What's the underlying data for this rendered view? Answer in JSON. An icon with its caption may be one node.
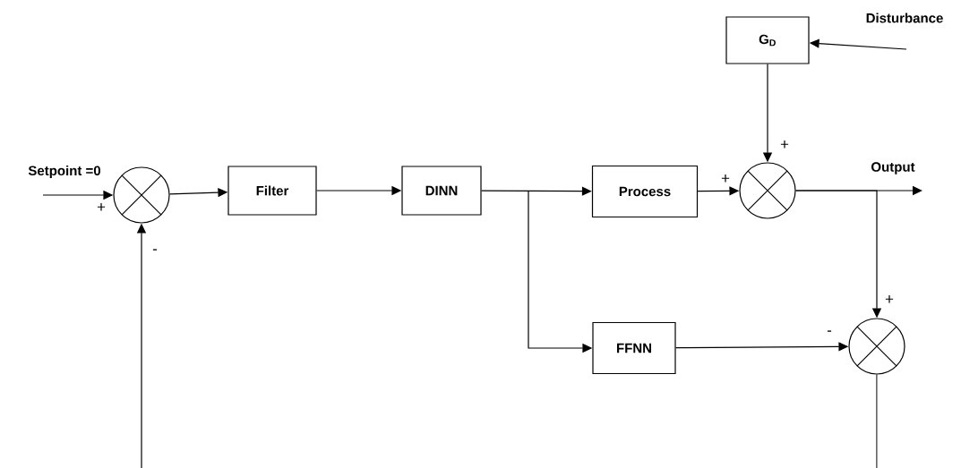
{
  "diagram": {
    "nodes": [
      {
        "text": [
          "G$_{D}$"
        ]
      },
      {
        "text": [],
        "shape": "circle"
      },
      {
        "text": [
          "Filter"
        ]
      },
      {
        "text": [
          "DINN"
        ]
      },
      {
        "text": [
          "Process"
        ]
      },
      {
        "text": [],
        "shape": "circle"
      },
      {
        "text": [
          "FFNN"
        ]
      },
      {
        "text": [],
        "shape": "circle"
      }
    ],
    "edges": [
      {
        "from": null,
        "to": 1,
        "arrow": "to",
        "label": "Setpoint =0"
      },
      {
        "from": 1,
        "to": 2,
        "arrow": "to"
      },
      {
        "from": 2,
        "to": 3,
        "arrow": "to"
      },
      {
        "from": 3,
        "to": 4,
        "arrow": "to"
      },
      {
        "from": 3,
        "to": 6,
        "arrow": "to"
      },
      {
        "from": 4,
        "to": 5,
        "arrow": "to"
      },
      {
        "from": null,
        "to": 0,
        "arrow": "to",
        "label": "Disturbance"
      },
      {
        "from": 0,
        "to": 5,
        "arrow": "to"
      },
      {
        "from": 5,
        "to": null,
        "arrow": "to",
        "label": "Output"
      },
      {
        "from": 5,
        "to": 7,
        "arrow": "to"
      },
      {
        "from": 6,
        "to": 7,
        "arrow": "to"
      },
      {
        "from": 7,
        "to": null,
        "arrow": "none"
      },
      {
        "from": null,
        "to": 1,
        "arrow": "to"
      }
    ],
    "labels": [
      "+",
      "+",
      "+",
      "-",
      "+",
      "-"
    ]
  }
}
